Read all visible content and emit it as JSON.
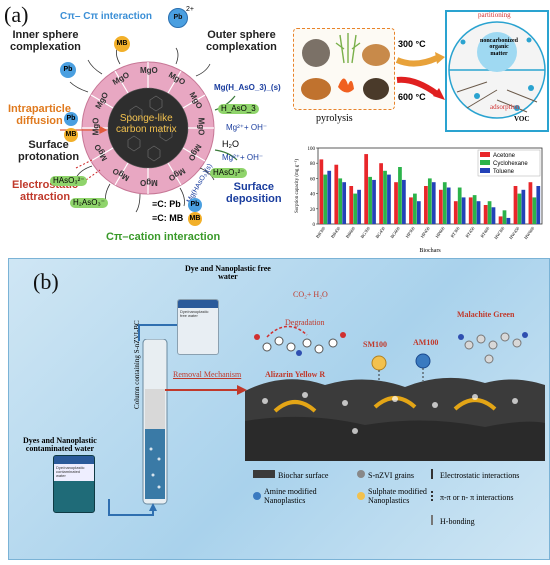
{
  "panel_a": {
    "label": "(a)",
    "left": {
      "cpi_cpi": "Cπ– Cπ interaction",
      "pb2": "Pb",
      "pb2_sup": "2+",
      "inner_sphere": "Inner sphere\ncomplexation",
      "outer_sphere": "Outer sphere\ncomplexation",
      "intraparticle": "Intraparticle\ndiffusion",
      "sponge": "Sponge-like\ncarbon matrix",
      "mg_haso3": "Mg(H_AsO_3)_(s)",
      "haso3_left": "H_AsO_3",
      "mg2_oh_1": "Mg²⁺+   OH⁻",
      "h2o": "H₂O",
      "mg2_oh_2": "Mg²⁺+   OH⁻",
      "surface_protonation": "Surface\nprotonation",
      "haso3_bottom": "HAsO₃²⁻",
      "h2aso3": "H₂AsO₃⁻",
      "haso3_b2": "HAsO₃²⁻",
      "mg_haso3_b": "Mg(HAsO₃)(s)",
      "electrostatic": "Electrostatic\nattraction",
      "surface_deposition": "Surface\ndeposition",
      "c_pb": "≡C: Pb",
      "c_mb": "≡C: MB",
      "cpi_cation": "Cπ–cation interaction",
      "pb": "Pb",
      "mb": "MB",
      "mgo": "MgO",
      "oh": "OH"
    },
    "right": {
      "t300": "300 °C",
      "t600": "600 °C",
      "pyrolysis": "pyrolysis",
      "partitioning": "partitioning",
      "noncarbonized": "noncarbonized\norganic\nmatter",
      "adsorption": "adsorption",
      "voc": "VOC"
    },
    "chart": {
      "legend": [
        "Acetone",
        "Cyclohexane",
        "Toluene"
      ]
    }
  },
  "chart_data": {
    "type": "bar",
    "ylabel": "Sorption capacity (mg g⁻¹)",
    "xlabel": "Biochars",
    "ylim": [
      0,
      100
    ],
    "yticks": [
      0,
      20,
      40,
      60,
      80,
      100
    ],
    "categories": [
      "BB300",
      "BB450",
      "BB600",
      "BG300",
      "BG450",
      "BG600",
      "HP300",
      "HP450",
      "HP600",
      "RT300",
      "RT450",
      "RT600",
      "HW300",
      "HW450",
      "HW600"
    ],
    "series": [
      {
        "name": "Acetone",
        "color": "#e8262a",
        "values": [
          85,
          78,
          50,
          92,
          80,
          55,
          35,
          50,
          45,
          30,
          35,
          25,
          10,
          50,
          55
        ]
      },
      {
        "name": "Cyclohexane",
        "color": "#2bb34a",
        "values": [
          65,
          60,
          40,
          62,
          70,
          75,
          40,
          60,
          55,
          48,
          38,
          30,
          18,
          40,
          35
        ]
      },
      {
        "name": "Toluene",
        "color": "#2342b8",
        "values": [
          70,
          55,
          45,
          58,
          65,
          58,
          30,
          55,
          48,
          35,
          30,
          22,
          8,
          45,
          50
        ]
      }
    ]
  },
  "panel_b": {
    "label": "(b)",
    "dye_free": "Dye and Nanoplastic free\nwater",
    "bottle_top": "Dye/nanoplastic\nfree water",
    "contaminated": "Dyes and Nanoplastic\ncontaminated water",
    "bottle_bottom": "Dye/nanoplastic\ncontaminated\nwater",
    "column": "Column containing S-nZVI-BC",
    "removal": "Removal Mechanism",
    "co2": "CO₂+ H₂O",
    "degradation": "Degradation",
    "alizarin": "Alizarin Yellow R",
    "sm100": "SM100",
    "am100": "AM100",
    "malachite": "Malachite Green",
    "legend": {
      "biochar": "Biochar surface",
      "snzvi": "S-nZVI grains",
      "electrostatic": "Electrostatic interactions",
      "amine": "Amine modified\nNanoplastics",
      "sulphate": "Sulphate modified\nNanoplastics",
      "pipi": "π-π or n- π interactions",
      "hbond": "H-bonding"
    }
  }
}
